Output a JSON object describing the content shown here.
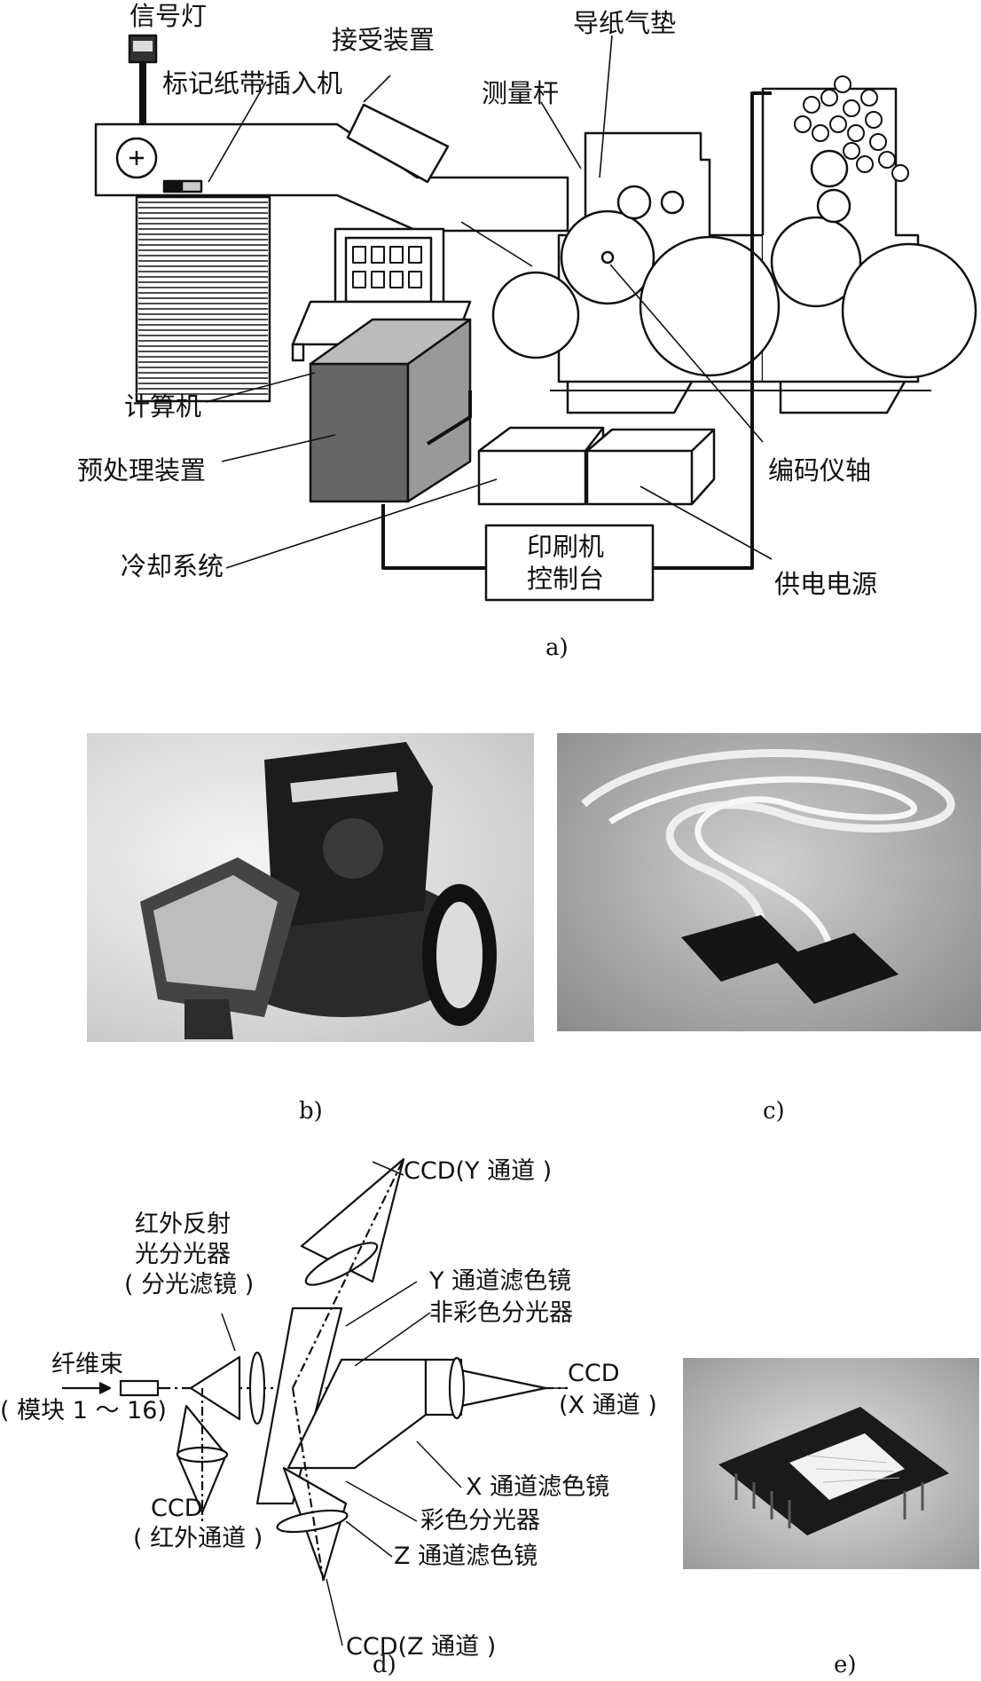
{
  "figure_a": {
    "labels": {
      "signal_lamp": "信号灯",
      "marker_inserter": "标记纸带插入机",
      "receiver": "接受装置",
      "paper_guide": "导纸气垫",
      "measure_rod": "测量杆",
      "computer": "计算机",
      "preprocessor": "预处理装置",
      "cooling": "冷却系统",
      "encoder_shaft": "编码仪轴",
      "power_supply": "供电电源",
      "console_line1": "印刷机",
      "console_line2": "控制台"
    },
    "caption": "a)"
  },
  "figure_b": {
    "caption": "b)"
  },
  "figure_c": {
    "caption": "c)"
  },
  "figure_d": {
    "labels": {
      "ccd_y": "CCD(Y 通道 )",
      "ir_splitter_line1": "红外反射",
      "ir_splitter_line2": "光分光器",
      "ir_splitter_line3": "( 分光滤镜 )",
      "y_filter": "Y 通道滤色镜",
      "achromatic": "非彩色分光器",
      "fiber": "纤维束",
      "module": "( 模块 1 ～ 16)",
      "ccd_x_line1": "CCD",
      "ccd_x_line2": "(X 通道 )",
      "x_filter": "X 通道滤色镜",
      "color_splitter": "彩色分光器",
      "ccd_ir_line1": "CCD",
      "ccd_ir_line2": "( 红外通道 )",
      "z_filter": "Z 通道滤色镜",
      "ccd_z": "CCD(Z 通道 )"
    },
    "caption": "d)"
  },
  "figure_e": {
    "caption": "e)"
  }
}
